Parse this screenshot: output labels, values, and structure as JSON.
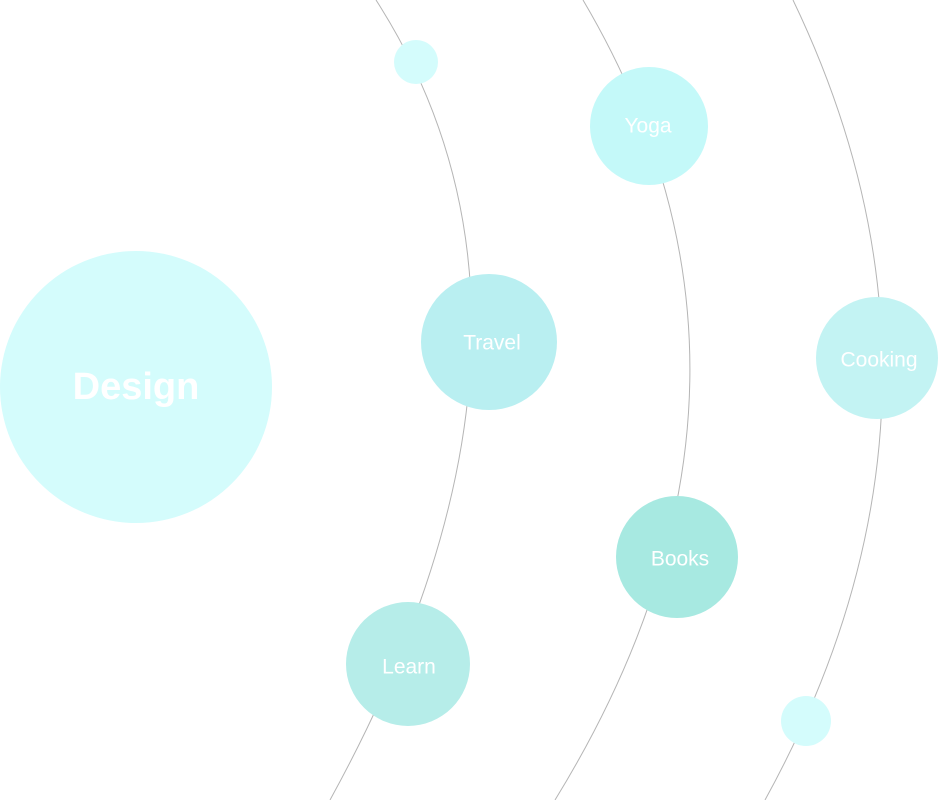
{
  "center": {
    "label": "Design",
    "color": "#d4fcfc"
  },
  "topics": [
    {
      "id": "travel",
      "label": "Travel",
      "color": "#b9eff1"
    },
    {
      "id": "learn",
      "label": "Learn",
      "color": "#b6ede9"
    },
    {
      "id": "yoga",
      "label": "Yoga",
      "color": "#c4f9f9"
    },
    {
      "id": "books",
      "label": "Books",
      "color": "#a7e9e1"
    },
    {
      "id": "cooking",
      "label": "Cooking",
      "color": "#c3f3f3"
    }
  ],
  "small_nodes": [
    {
      "id": "dot-1",
      "color": "#d4fcfc"
    },
    {
      "id": "dot-2",
      "color": "#d4fcfc"
    }
  ]
}
